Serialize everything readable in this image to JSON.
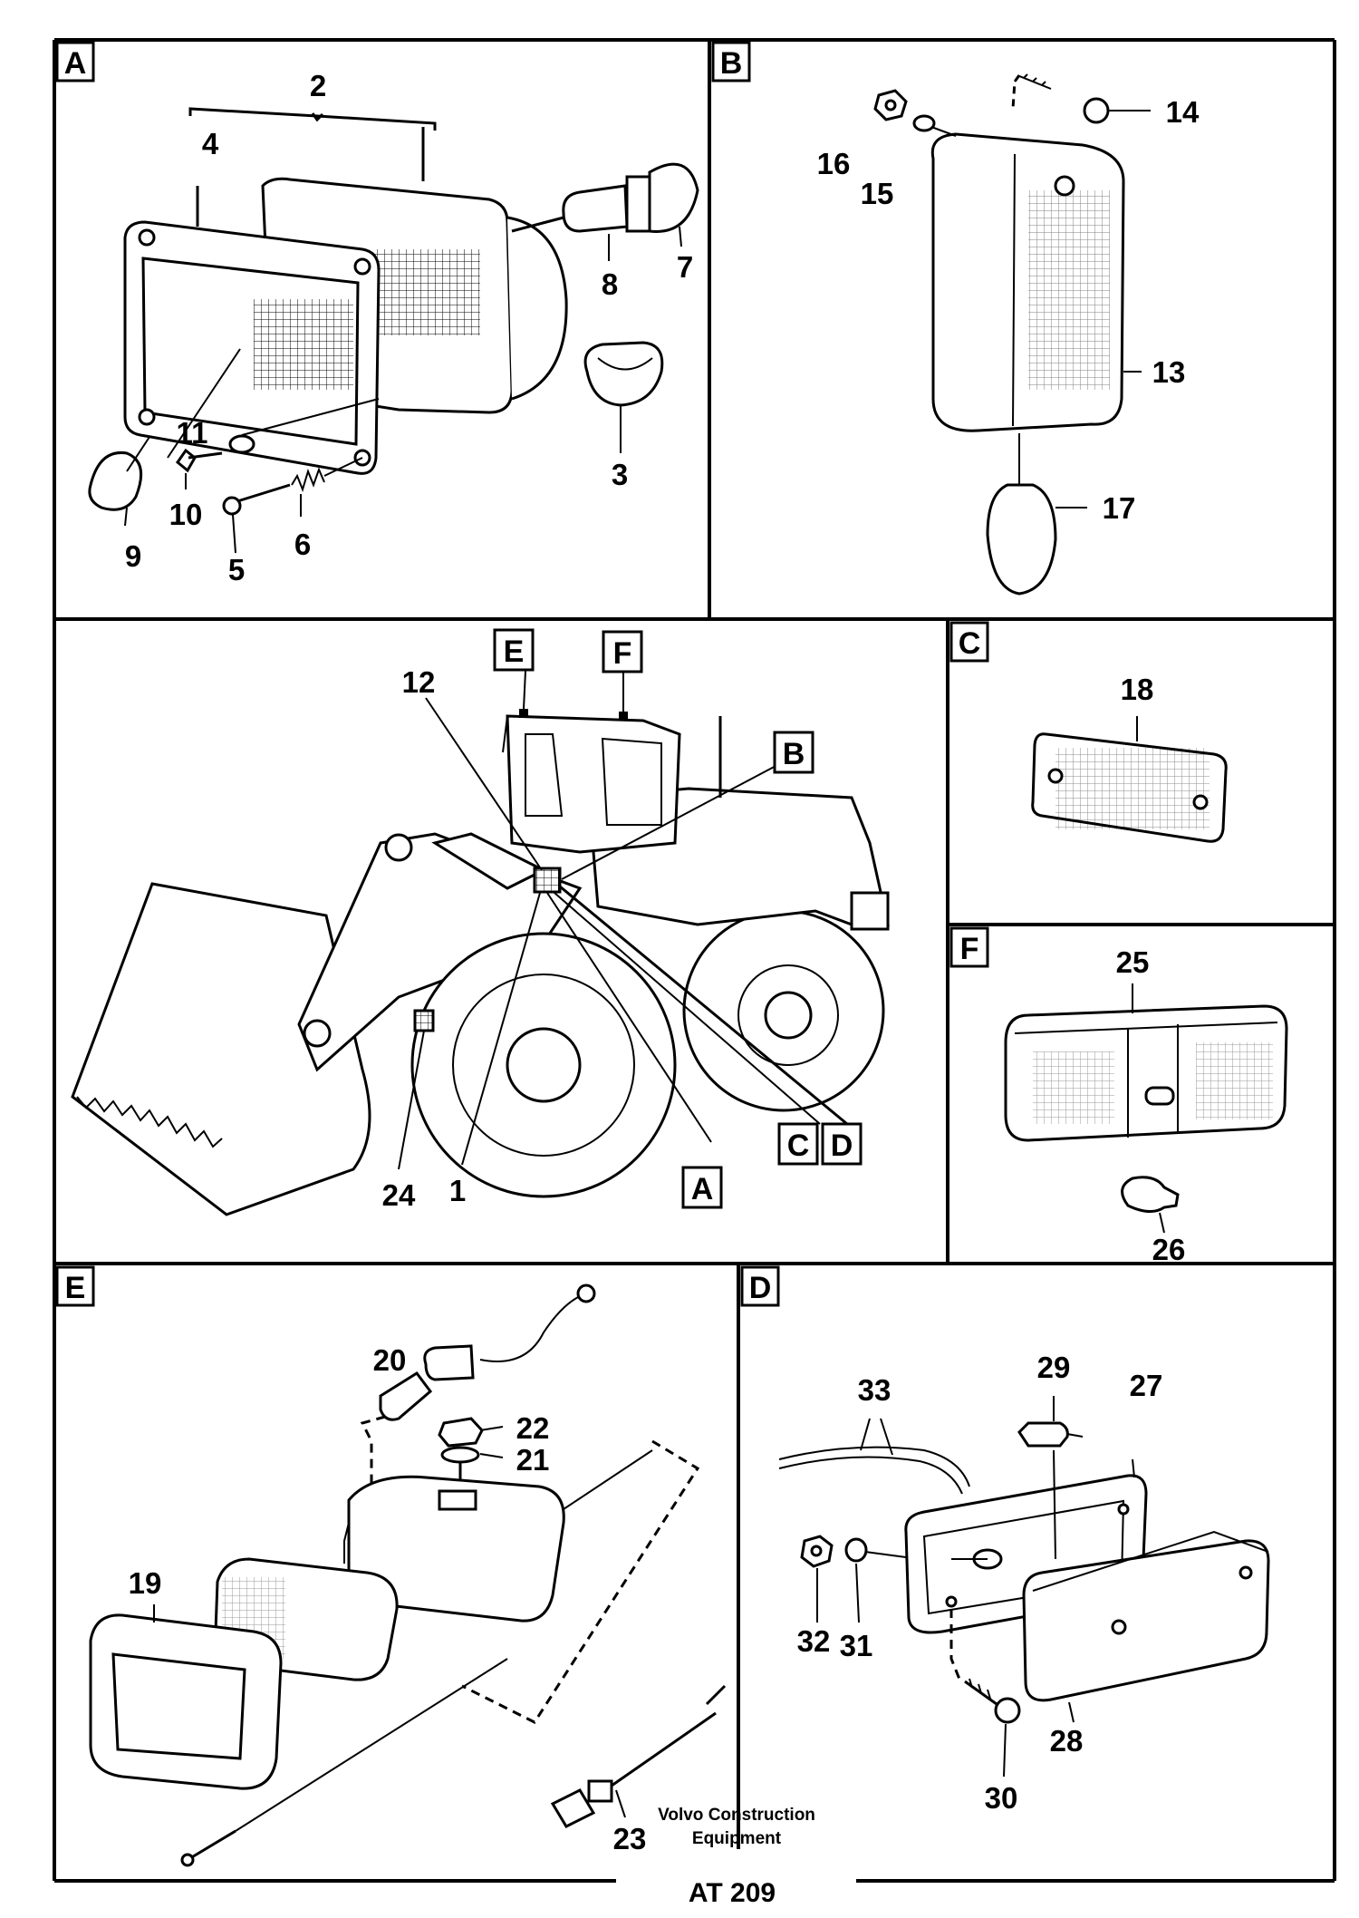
{
  "sections": {
    "A": {
      "letter": "A",
      "labels": [
        "2",
        "4",
        "7",
        "8",
        "3",
        "11",
        "10",
        "9",
        "5",
        "6"
      ]
    },
    "B": {
      "letter": "B",
      "labels": [
        "14",
        "16",
        "15",
        "13",
        "17"
      ]
    },
    "C": {
      "letter": "C",
      "labels": [
        "18"
      ]
    },
    "D": {
      "letter": "D",
      "labels": [
        "33",
        "29",
        "27",
        "32",
        "31",
        "28",
        "30"
      ]
    },
    "E": {
      "letter": "E",
      "labels": [
        "20",
        "22",
        "21",
        "19",
        "23"
      ]
    },
    "F": {
      "letter": "F",
      "labels": [
        "25",
        "26"
      ]
    }
  },
  "overview": {
    "callouts": [
      "E",
      "F",
      "B",
      "C",
      "D",
      "A"
    ],
    "labels": [
      "12",
      "24",
      "1"
    ]
  },
  "footer": {
    "company_line1": "Volvo Construction",
    "company_line2": "Equipment",
    "doc_code": "AT 209"
  }
}
